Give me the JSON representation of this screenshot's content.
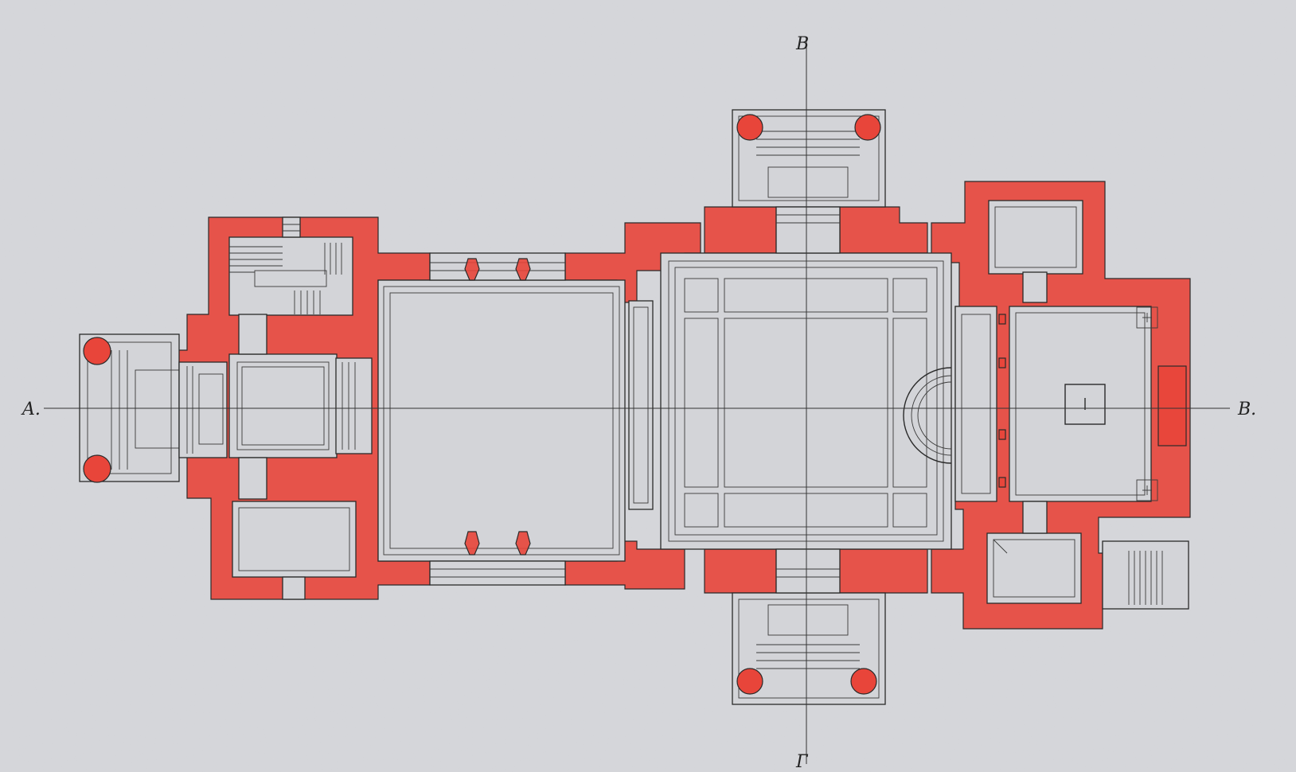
{
  "axis_labels": {
    "west": "A.",
    "east": "B.",
    "north": "В",
    "south": "Г"
  },
  "colors": {
    "paper": "#d6d7db",
    "wall_fill": "#e8453a",
    "ink": "#2a2a2a"
  }
}
